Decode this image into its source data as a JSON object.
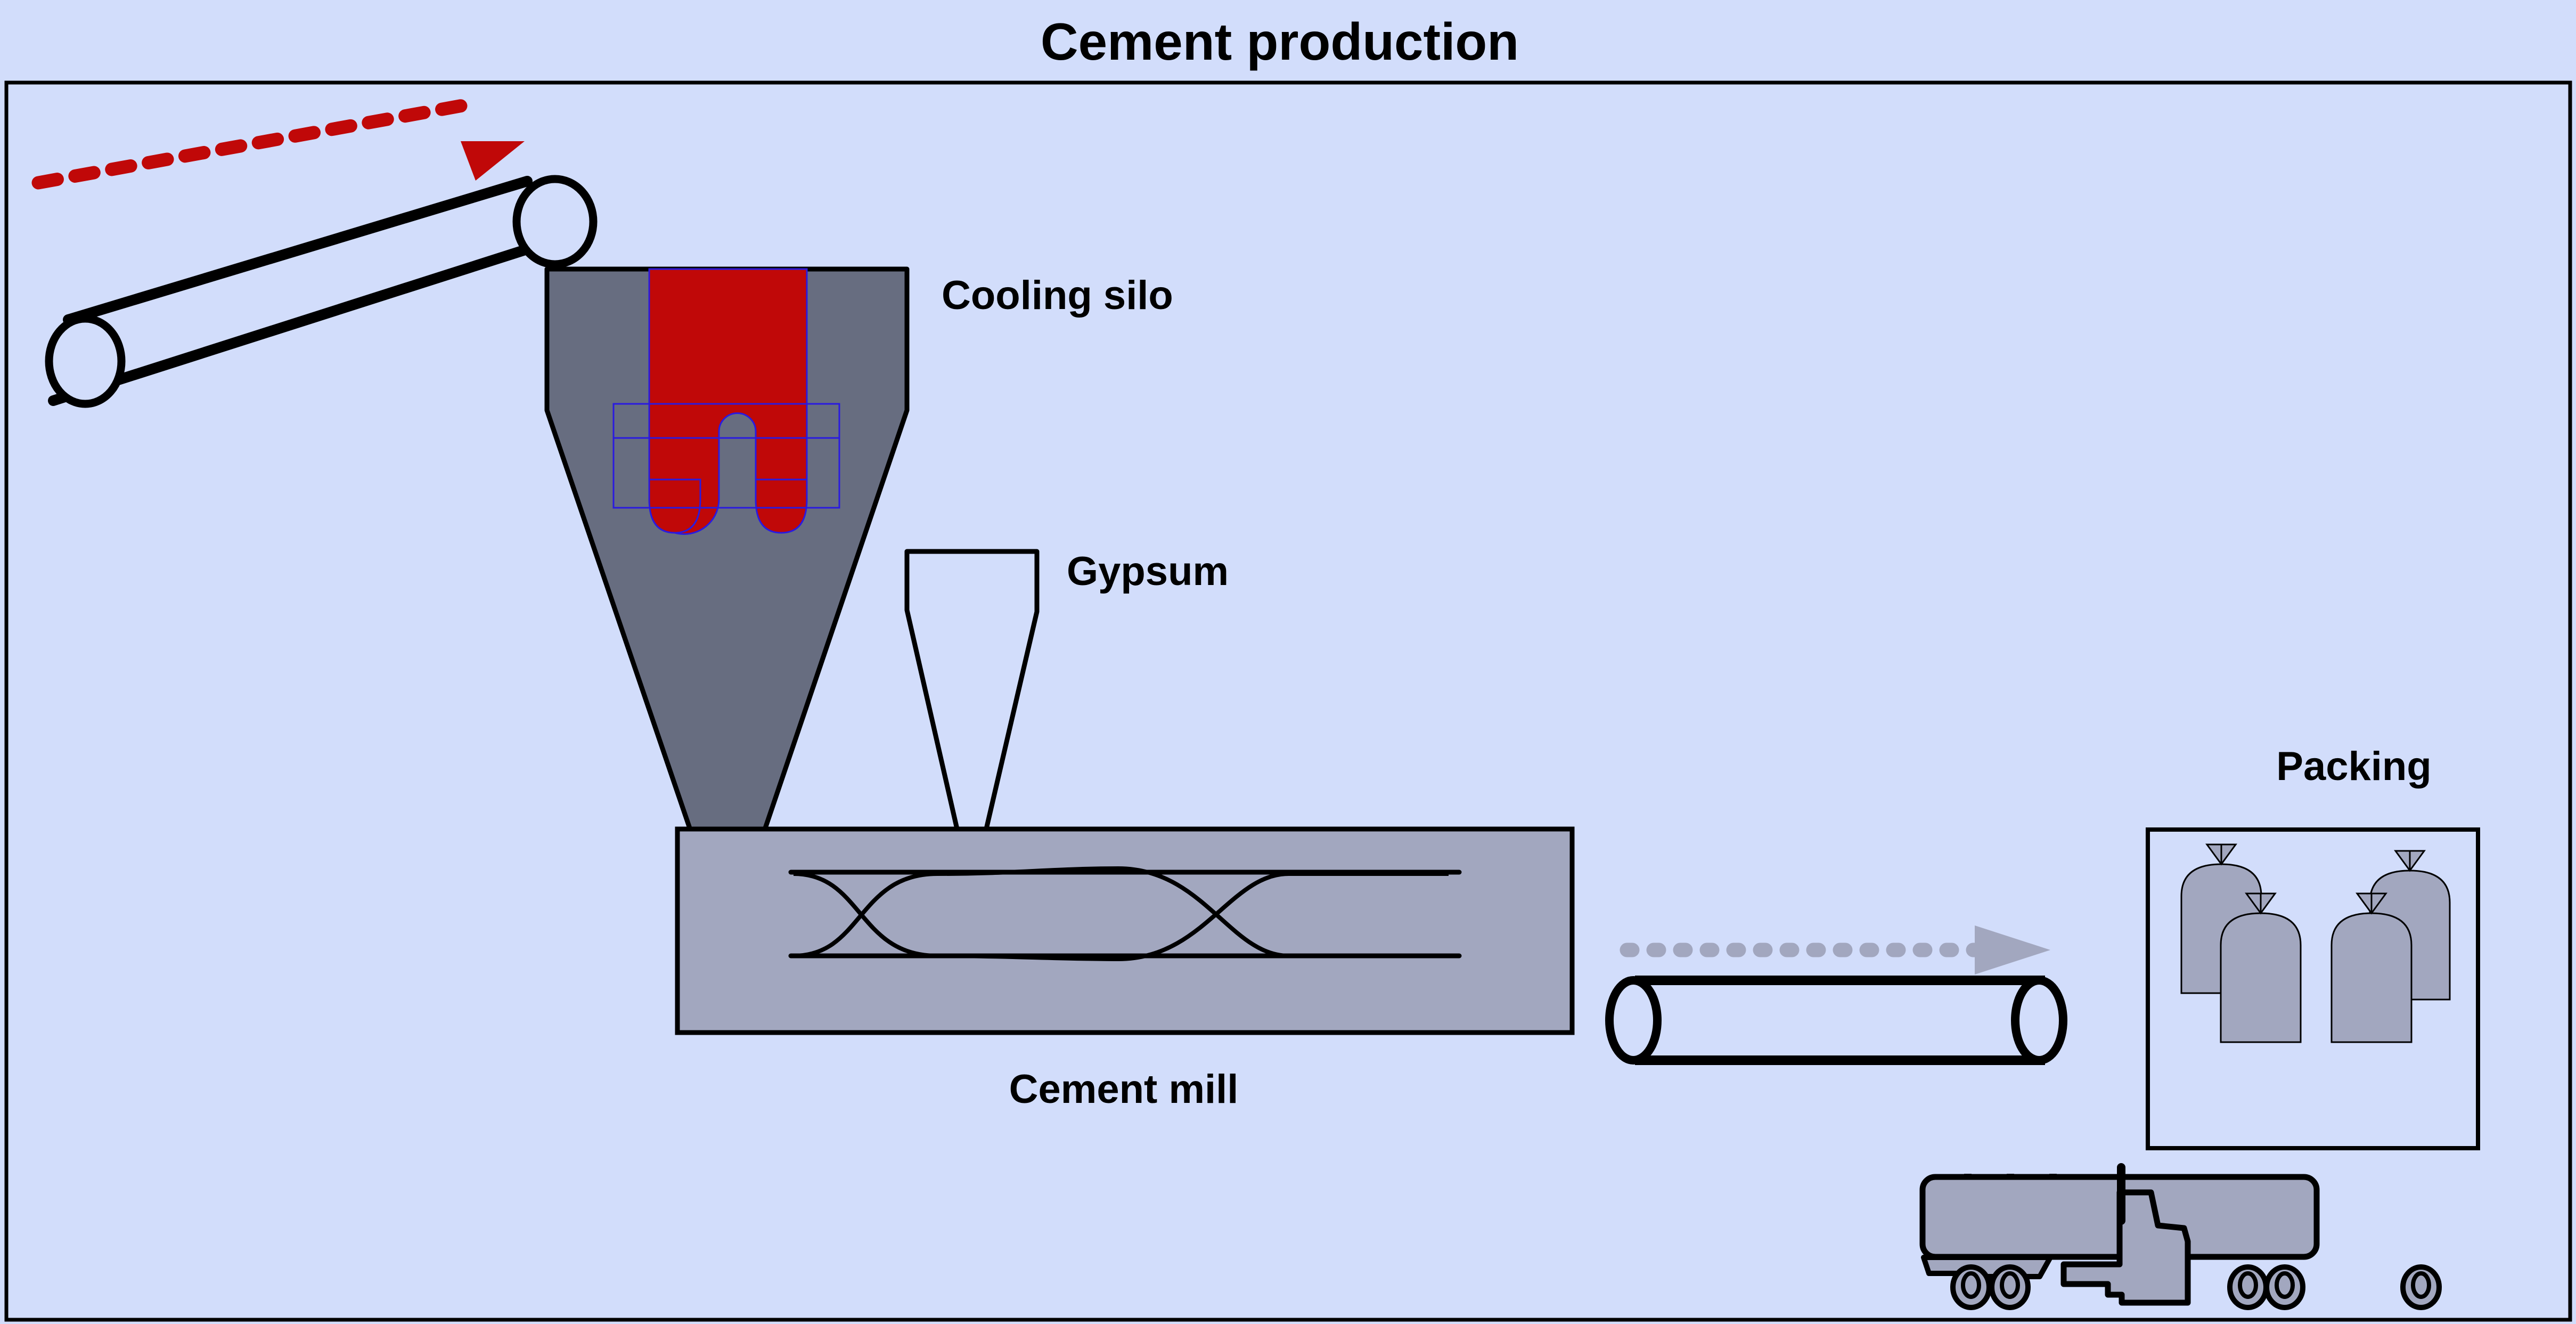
{
  "title": "Cement production",
  "labels": {
    "cooling_silo": "Cooling silo",
    "gypsum": "Gypsum",
    "cement_mill": "Cement mill",
    "packing": "Packing"
  },
  "colors": {
    "background": "#d2ddfb",
    "outline": "#000000",
    "silo_fill": "#676d80",
    "heat_fill": "#c00808",
    "heat_outline": "#2a1ae0",
    "equipment_fill": "#a2a7bf",
    "clinker_flow_arrow": "#c00808",
    "cement_flow_arrow": "#a2a7bf"
  },
  "process_steps": [
    {
      "id": "clinker-conveyor",
      "name": "Clinker conveyor",
      "flow": "clinker-flow-arrow"
    },
    {
      "id": "cooling-silo",
      "name": "Cooling silo"
    },
    {
      "id": "gypsum-hopper",
      "name": "Gypsum"
    },
    {
      "id": "cement-mill",
      "name": "Cement mill"
    },
    {
      "id": "cement-conveyor",
      "name": "Cement conveyor",
      "flow": "cement-flow-arrow"
    },
    {
      "id": "packing",
      "name": "Packing",
      "bags": 4
    },
    {
      "id": "tanker-truck",
      "name": "Bulk tanker truck"
    }
  ]
}
